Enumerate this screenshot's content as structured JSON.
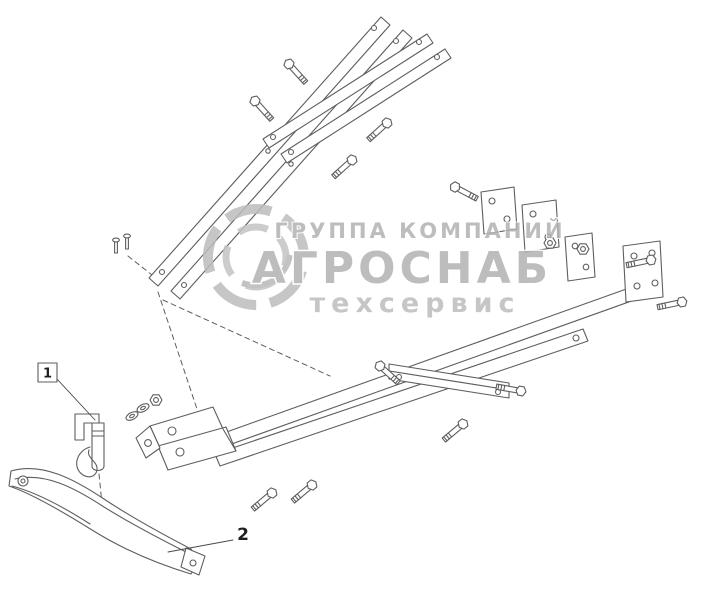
{
  "page": {
    "background": "#ffffff"
  },
  "diagram": {
    "line_color": "#5e5e5e",
    "callouts": [
      {
        "id": "1",
        "boxed": true
      },
      {
        "id": "2",
        "boxed": false
      }
    ],
    "parts": [
      "upper-strap-bar",
      "cross-strap-bar",
      "mounting-plate",
      "main-frame-rail",
      "cross-flat-bar",
      "hitch-bracket",
      "curved-drawbar",
      "hitch-pin",
      "bolt",
      "nut",
      "washer"
    ]
  },
  "watermark": {
    "line1": "ГРУППА КОМПАНИЙ",
    "line2": "АГРОСНАБ",
    "line3": "техсервис",
    "color": "#b5b5b5",
    "logo": "gear-ring-logo"
  }
}
